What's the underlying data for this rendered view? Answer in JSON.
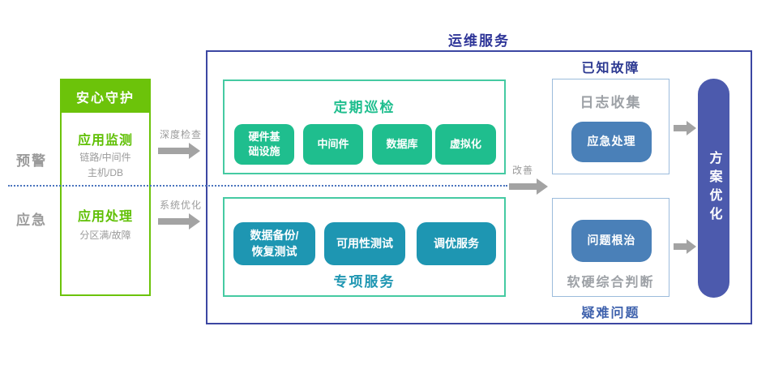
{
  "colors": {
    "accent_green": "#6cc30a",
    "teal_fill": "#1fbe8e",
    "teal_border": "#45caa2",
    "cyan_fill": "#1e96b2",
    "steel_blue_fill": "#4a80b8",
    "light_blue_border": "#9cbcdc",
    "dark_blue_title": "#2e3598",
    "outer_border_blue": "#3c47a2",
    "solution_bar_blue": "#4c5aad",
    "gray_text": "#9b9b9b",
    "arrow_gray": "#a3a3a3",
    "divider_dotted_blue": "#4a74be"
  },
  "left": {
    "warning_label": "预警",
    "emergency_label": "应急"
  },
  "guard": {
    "header": "安心守护",
    "monitor_title": "应用监测",
    "monitor_sub": "链路/中间件\n主机/DB",
    "handle_title": "应用处理",
    "handle_sub": "分区满/故障"
  },
  "arrows": {
    "deep_check": "深度检查",
    "system_opt": "系统优化",
    "improve": "改善"
  },
  "main": {
    "title": "运维服务"
  },
  "inspection": {
    "title": "定期巡检",
    "items": [
      "硬件基\n础设施",
      "中间件",
      "数据库",
      "虚拟化"
    ]
  },
  "special": {
    "title": "专项服务",
    "items": [
      "数据备份/\n恢复测试",
      "可用性测试",
      "调优服务"
    ]
  },
  "known_fault": {
    "title": "已知故障",
    "label": "日志收集",
    "chip": "应急处理"
  },
  "hard_problem": {
    "title": "疑难问题",
    "chip": "问题根治",
    "label": "软硬综合判断"
  },
  "solution": {
    "label": "方案优化"
  }
}
